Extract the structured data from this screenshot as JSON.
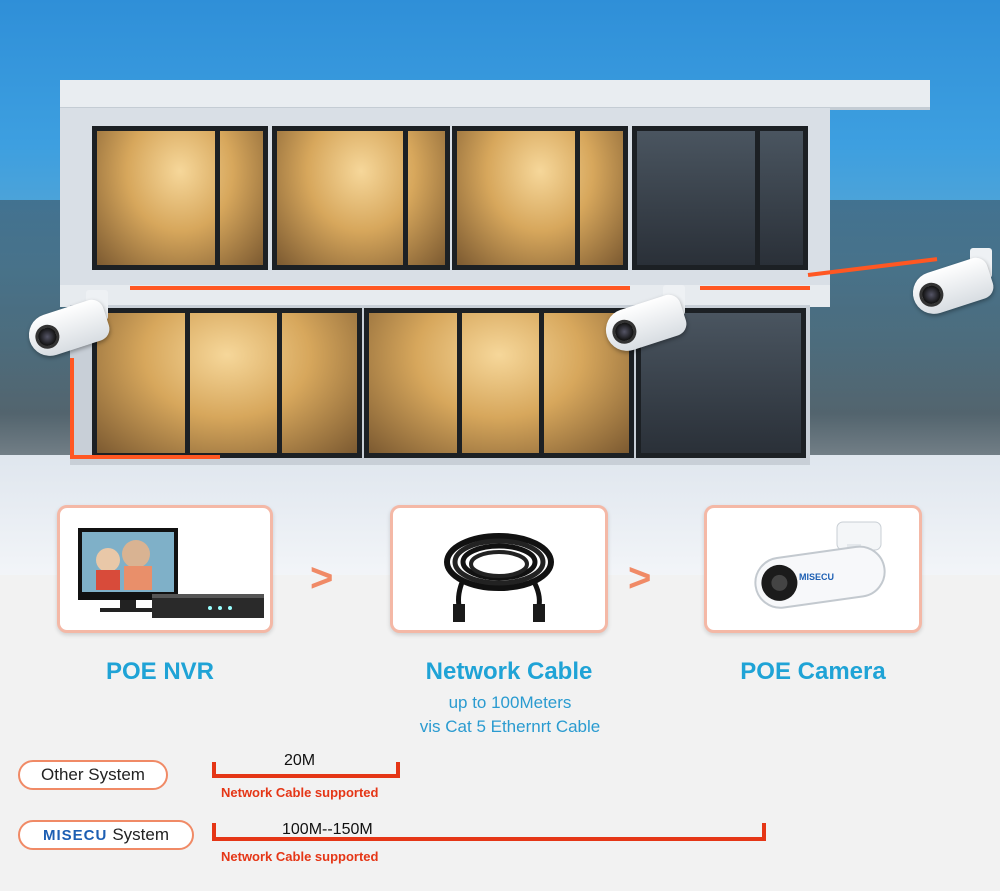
{
  "components": [
    {
      "title": "POE NVR",
      "icon": "nvr-monitor-icon"
    },
    {
      "title": "Network Cable",
      "icon": "network-cable-icon"
    },
    {
      "title": "POE Camera",
      "icon": "bullet-camera-icon"
    }
  ],
  "cable_note": {
    "line1": "up to 100Meters",
    "line2": "vis Cat 5 Ethernrt Cable"
  },
  "comparison": {
    "other": {
      "label": "Other System",
      "distance": "20M",
      "note": "Network Cable supported"
    },
    "misecu": {
      "logo": "MISECU",
      "label": "System",
      "distance": "100M--150M",
      "note": "Network Cable supported"
    }
  },
  "camera_brand": "MISECU",
  "colors": {
    "accent": "#1fa3d6",
    "cable": "#ff5722",
    "bracket": "#e53616",
    "card_border": "#f4b8a6"
  }
}
